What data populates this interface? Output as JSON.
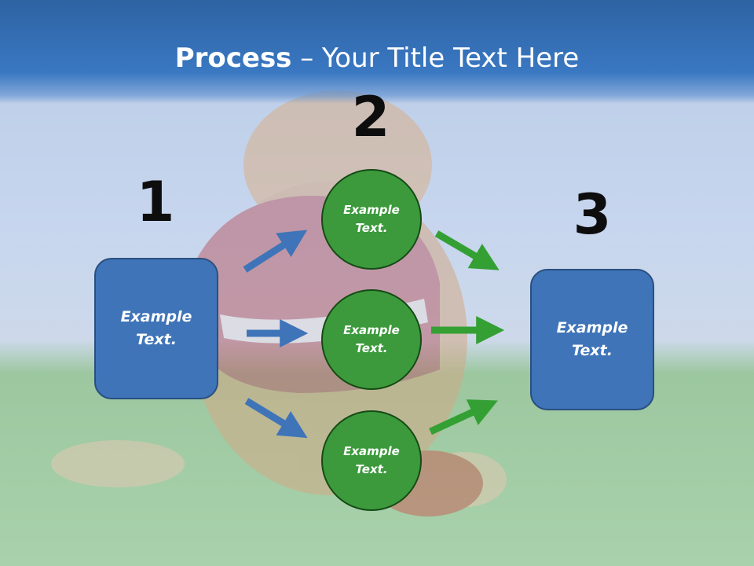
{
  "title": {
    "bold": "Process",
    "rest": " – Your Title Text Here"
  },
  "steps": {
    "one": "1",
    "two": "2",
    "three": "3"
  },
  "left_box": {
    "line1": "Example",
    "line2": "Text."
  },
  "right_box": {
    "line1": "Example",
    "line2": "Text."
  },
  "circles": [
    {
      "line1": "Example",
      "line2": "Text."
    },
    {
      "line1": "Example",
      "line2": "Text."
    },
    {
      "line1": "Example",
      "line2": "Text."
    }
  ],
  "colors": {
    "title_band": "#3a78c2",
    "box_fill": "#3f74b8",
    "circle_fill": "#3c9a3c",
    "blue_arrow": "#3f74b8",
    "green_arrow": "#34a034"
  },
  "background_picture": "faded photo of a kitten in a red and white sweater with a football on grass"
}
